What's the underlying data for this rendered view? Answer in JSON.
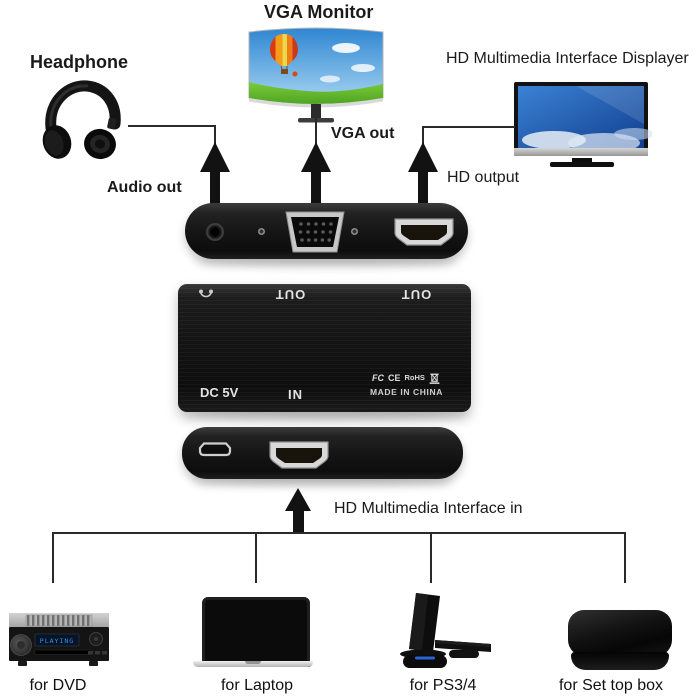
{
  "diagram": {
    "top": {
      "vga_monitor_label": "VGA Monitor",
      "headphone_label": "Headphone",
      "hd_displayer_label": "HD Multimedia Interface Displayer"
    },
    "connections": {
      "audio_out": "Audio out",
      "vga_out": "VGA out",
      "hd_output": "HD output",
      "hdmi_in": "HD Multimedia Interface in"
    },
    "adapter": {
      "top_face": {
        "headphone_icon": "headphone-icon",
        "out_left": "OUT",
        "out_right": "OUT"
      },
      "bottom_face": {
        "dc_label": "DC 5V",
        "in_label": "IN",
        "cert_fcc": "FC",
        "cert_ce": "CE",
        "cert_rohs": "RoHS",
        "weee_icon": "crossed-out-bin-icon",
        "made_in": "MADE IN CHINA"
      },
      "ports": [
        "audio-jack",
        "vga-out",
        "hdmi-out",
        "micro-usb-power",
        "hdmi-in"
      ]
    },
    "dvd_player": {
      "display_text": "PLAYING"
    },
    "sources": [
      {
        "label": "for DVD"
      },
      {
        "label": "for Laptop"
      },
      {
        "label": "for PS3/4"
      },
      {
        "label": "for Set top box"
      }
    ],
    "colors": {
      "background": "#ffffff",
      "line": "#2a2a2a",
      "arrow": "#121212",
      "device_black": "#141414",
      "text": "#1a1a1a",
      "marking_text": "#e3e3e3",
      "sky_blue": "#2f86d2",
      "grass_green": "#5cb42d",
      "balloon_orange": "#f59d1a",
      "tv_screen_blue": "#2f6fd0",
      "dvd_display_blue": "#3f8fe0"
    }
  }
}
